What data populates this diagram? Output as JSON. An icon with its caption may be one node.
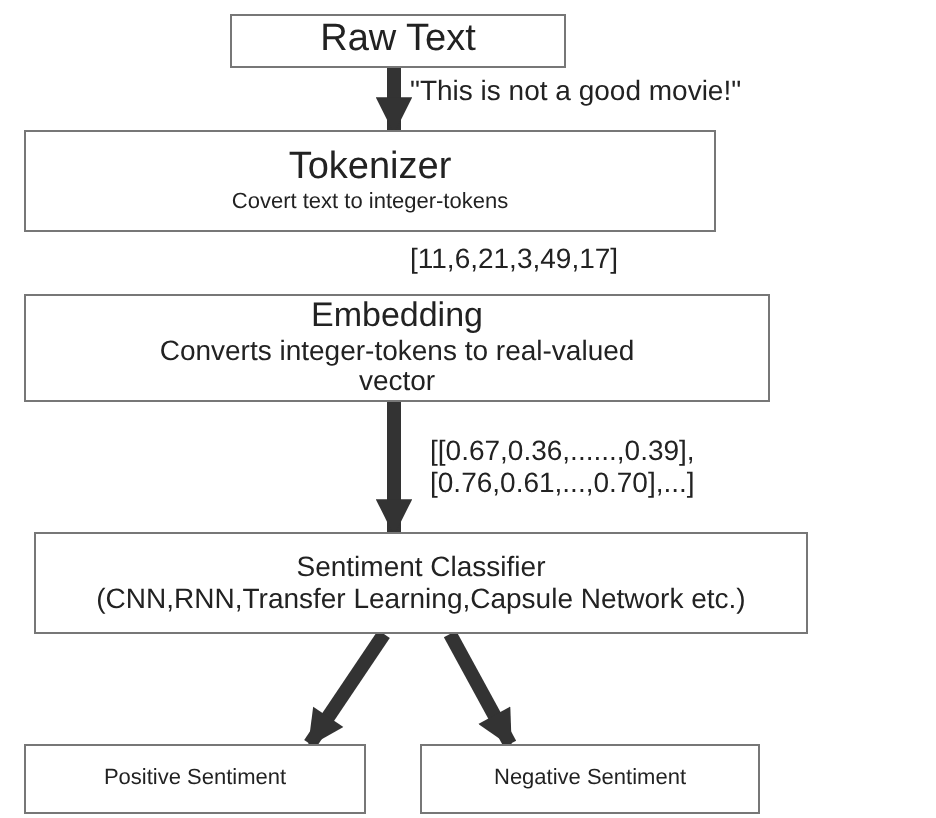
{
  "diagram": {
    "nodes": [
      {
        "text": [
          "Raw Text"
        ]
      },
      {
        "text": [
          "Tokenizer",
          "Covert text to integer-tokens"
        ]
      },
      {
        "text": [
          "Embedding",
          "Converts integer-tokens to real-valued vector"
        ]
      },
      {
        "text": [
          "Sentiment Classifier",
          "(CNN,RNN,Transfer Learning,Capsule Network etc.)"
        ]
      },
      {
        "text": [
          "Positive Sentiment"
        ]
      },
      {
        "text": [
          "Negative Sentiment"
        ]
      }
    ],
    "edges": [
      {
        "from": 0,
        "to": 1,
        "arrow": "to",
        "label": "\"This is not a good movie!\""
      },
      {
        "from": 2,
        "to": 3,
        "arrow": "to",
        "label": "[[0.67,0.36,......,0.39], [0.76,0.61,...,0.70],...]"
      },
      {
        "from": 3,
        "to": 4,
        "arrow": "to"
      },
      {
        "from": 3,
        "to": 5,
        "arrow": "to"
      }
    ],
    "labels": [
      "[11,6,21,3,49,17]"
    ]
  }
}
